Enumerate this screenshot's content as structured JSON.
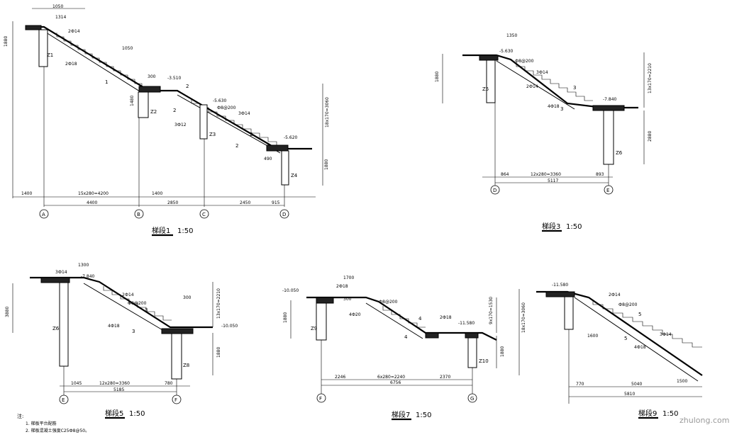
{
  "sheet": {
    "views": [
      {
        "id": "stair-1",
        "title": "梯段1",
        "scale": "1:50",
        "axes": [
          "A",
          "B",
          "C",
          "D"
        ],
        "columns": [
          "Z1",
          "Z2",
          "Z3",
          "Z4"
        ],
        "dims_bottom": [
          "1400",
          "15x280=4200",
          "1400",
          "4400",
          "2850",
          "2450",
          "915"
        ],
        "dims_top": [
          "1050",
          "1314",
          "1050"
        ],
        "dims_vertical": [
          "1880",
          "1480",
          "18x170=3060",
          "1880"
        ],
        "levels": [
          "-3.510",
          "-5.630",
          "-5.620"
        ],
        "notes": [
          "2Ф18",
          "3Ф12",
          "Ф8@200",
          "3Ф14",
          "2Ф14",
          "490",
          "300"
        ],
        "flight_marks": [
          "1",
          "2",
          "2",
          "2",
          "2"
        ]
      },
      {
        "id": "stair-3",
        "title": "梯段3",
        "scale": "1:50",
        "axes": [
          "D",
          "E"
        ],
        "columns": [
          "Z5",
          "Z6"
        ],
        "dims_bottom": [
          "864",
          "12x280=3360",
          "893",
          "5117"
        ],
        "dims_top": [
          "1350"
        ],
        "dims_vertical": [
          "1880",
          "13x170=2210",
          "2880"
        ],
        "levels": [
          "-5.630",
          "-7.840"
        ],
        "notes": [
          "Ф8@200",
          "2Ф14",
          "3Ф14",
          "4Ф18"
        ],
        "flight_marks": [
          "3",
          "3"
        ]
      },
      {
        "id": "stair-5",
        "title": "梯段5",
        "scale": "1:50",
        "axes": [
          "E",
          "F"
        ],
        "columns": [
          "Z6",
          "Z8"
        ],
        "dims_bottom": [
          "1045",
          "12x280=3360",
          "780",
          "5185"
        ],
        "dims_top": [
          "1300"
        ],
        "dims_vertical": [
          "3880",
          "13x170=2210",
          "1880"
        ],
        "levels": [
          "-7.840",
          "-10.050"
        ],
        "notes": [
          "3Ф14",
          "Ф8@200",
          "2Ф14",
          "4Ф18",
          "300"
        ],
        "flight_marks": [
          "3",
          "3"
        ]
      },
      {
        "id": "stair-7",
        "title": "梯段7",
        "scale": "1:50",
        "axes": [
          "F",
          "G"
        ],
        "columns": [
          "Z9",
          "Z10"
        ],
        "dims_bottom": [
          "2246",
          "6x280=2240",
          "2370",
          "6756"
        ],
        "dims_top": [
          "1700"
        ],
        "dims_vertical": [
          "1880",
          "9x170=1530",
          "1880"
        ],
        "levels": [
          "-10.050",
          "-11.580"
        ],
        "notes": [
          "2Ф18",
          "Ф8@200",
          "4Ф20",
          "2Ф18",
          "300"
        ],
        "flight_marks": [
          "4",
          "4"
        ]
      },
      {
        "id": "stair-9",
        "title": "梯段9",
        "scale": "1:50",
        "axes": [],
        "columns": [],
        "dims_bottom": [
          "770",
          "5040",
          "5810",
          "1600",
          "1500"
        ],
        "dims_top": [],
        "dims_vertical": [
          "18x170=3060"
        ],
        "levels": [
          "-11.580"
        ],
        "notes": [
          "2Ф14",
          "Ф8@200",
          "4Ф18",
          "3Ф14"
        ],
        "flight_marks": [
          "5",
          "5"
        ]
      }
    ],
    "notes_title": "注:",
    "notes": [
      "1. 梯板平台配筋",
      "2. 梯板混凝土强度C25Ф8@50。"
    ],
    "watermark": "zhulong.com"
  }
}
